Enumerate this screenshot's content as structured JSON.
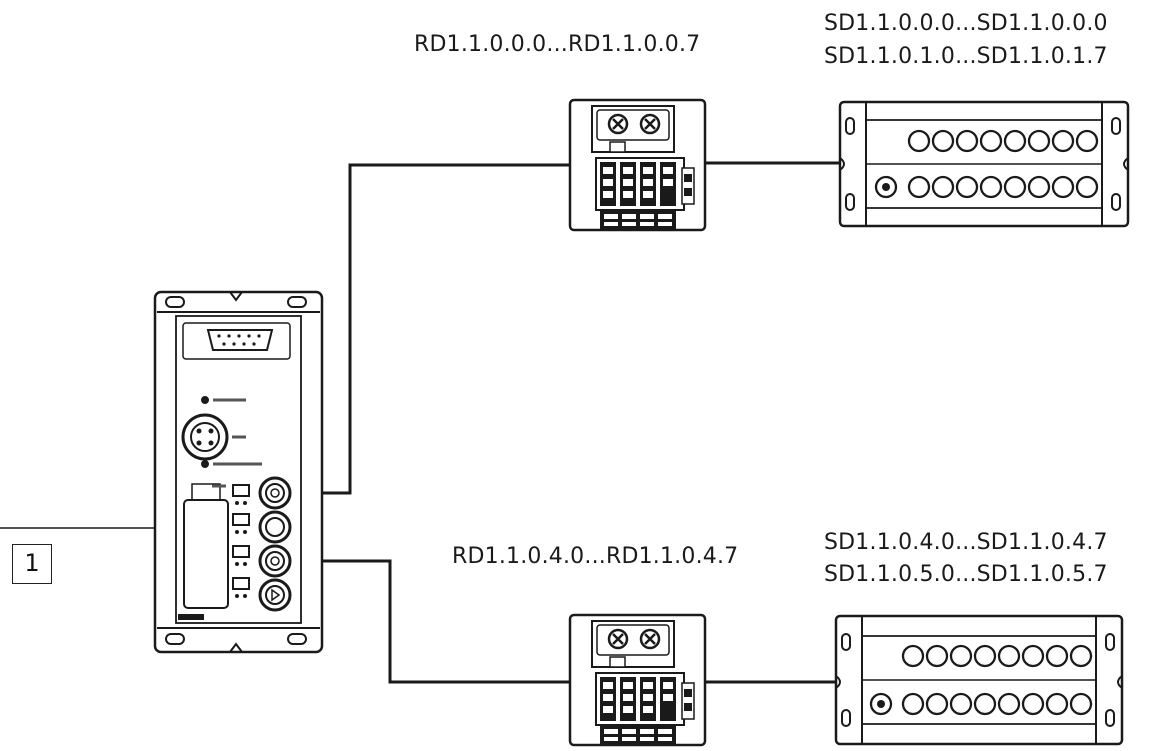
{
  "callout_number": "1",
  "labels": {
    "rd_top": "RD1.1.0.0.0...RD1.1.0.0.7",
    "sd_top_1": "SD1.1.0.0.0...SD1.1.0.0.0",
    "sd_top_2": "SD1.1.0.1.0...SD1.1.0.1.7",
    "rd_bottom": "RD1.1.0.4.0...RD1.1.0.4.7",
    "sd_bottom_1": "SD1.1.0.4.0...SD1.1.0.4.7",
    "sd_bottom_2": "SD1.1.0.5.0...SD1.1.0.5.7"
  },
  "colors": {
    "line": "#1a1a1a",
    "device_fill": "#ffffff",
    "light_grey": "#e6e6e6"
  }
}
